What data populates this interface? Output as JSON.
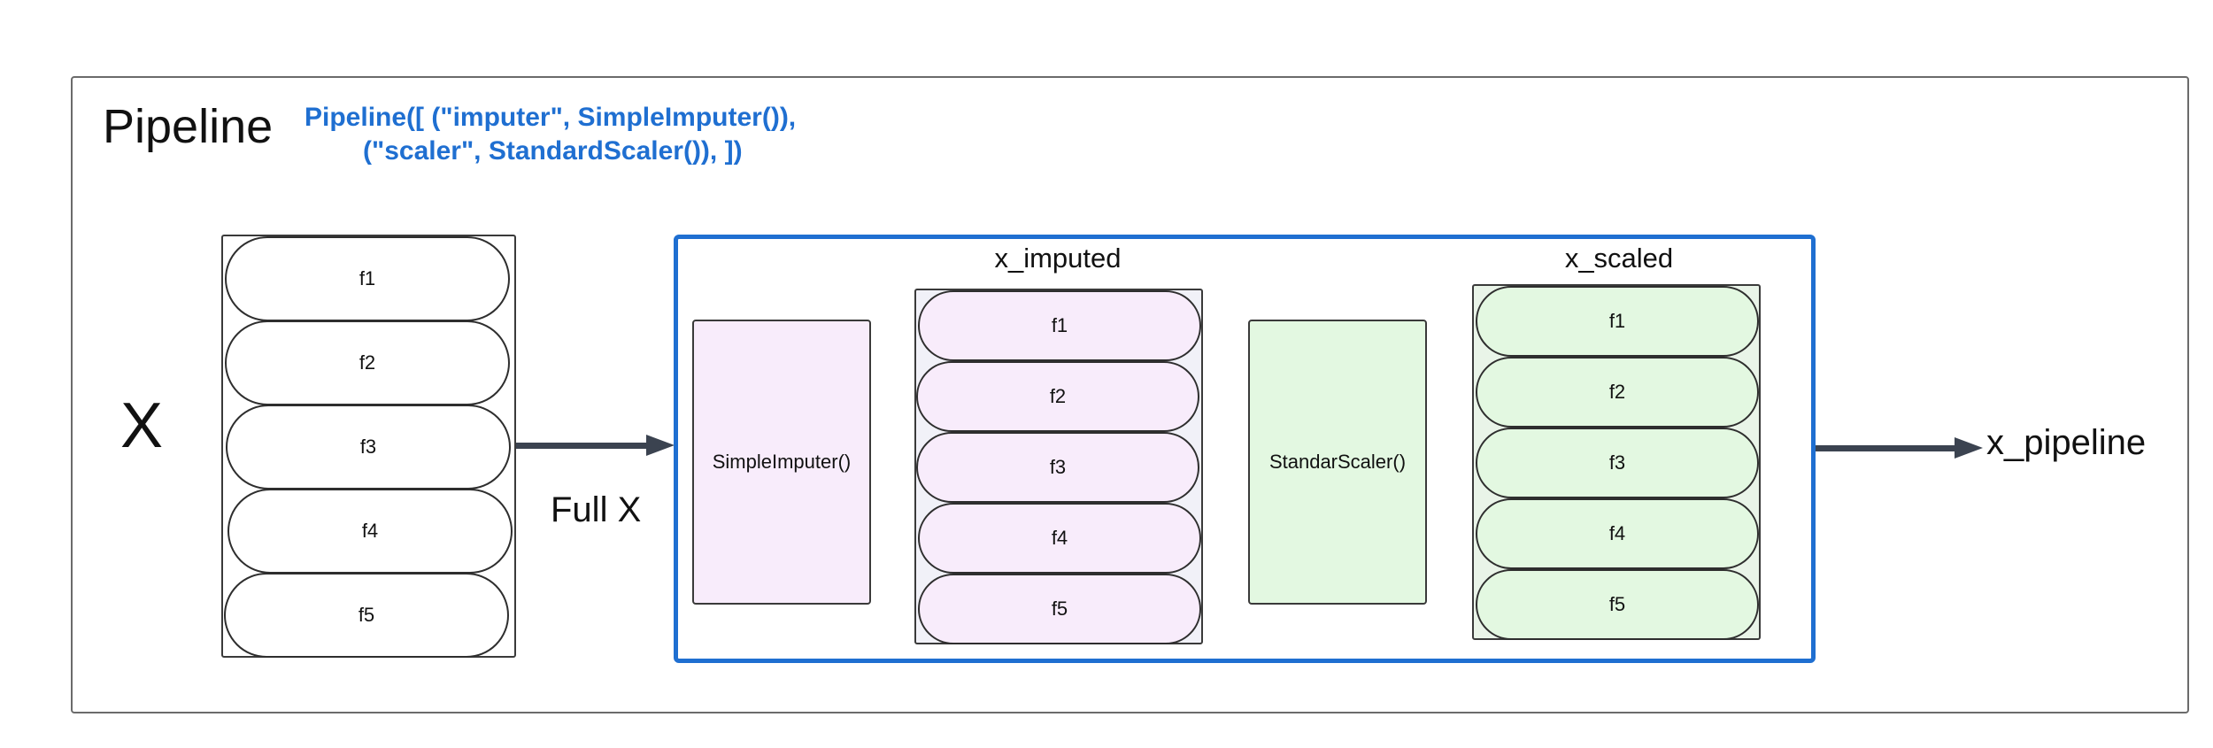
{
  "title": "Pipeline",
  "code_line_1": "Pipeline([ (\"imputer\", SimpleImputer()),",
  "code_line_2": "(\"scaler\", StandardScaler()), ])",
  "input_label": "X",
  "input_features": [
    "f1",
    "f2",
    "f3",
    "f4",
    "f5"
  ],
  "arrow_label": "Full X",
  "imputer_step": "SimpleImputer()",
  "imputed_label": "x_imputed",
  "imputed_features": [
    "f1",
    "f2",
    "f3",
    "f4",
    "f5"
  ],
  "scaler_step": "StandarScaler()",
  "scaled_label": "x_scaled",
  "scaled_features": [
    "f1",
    "f2",
    "f3",
    "f4",
    "f5"
  ],
  "output_label": "x_pipeline",
  "colors": {
    "accent_blue": "#1f6fd1",
    "imputer_fill": "#f8ecfb",
    "scaler_fill": "#e3f8e1",
    "arrow": "#3b4350"
  }
}
